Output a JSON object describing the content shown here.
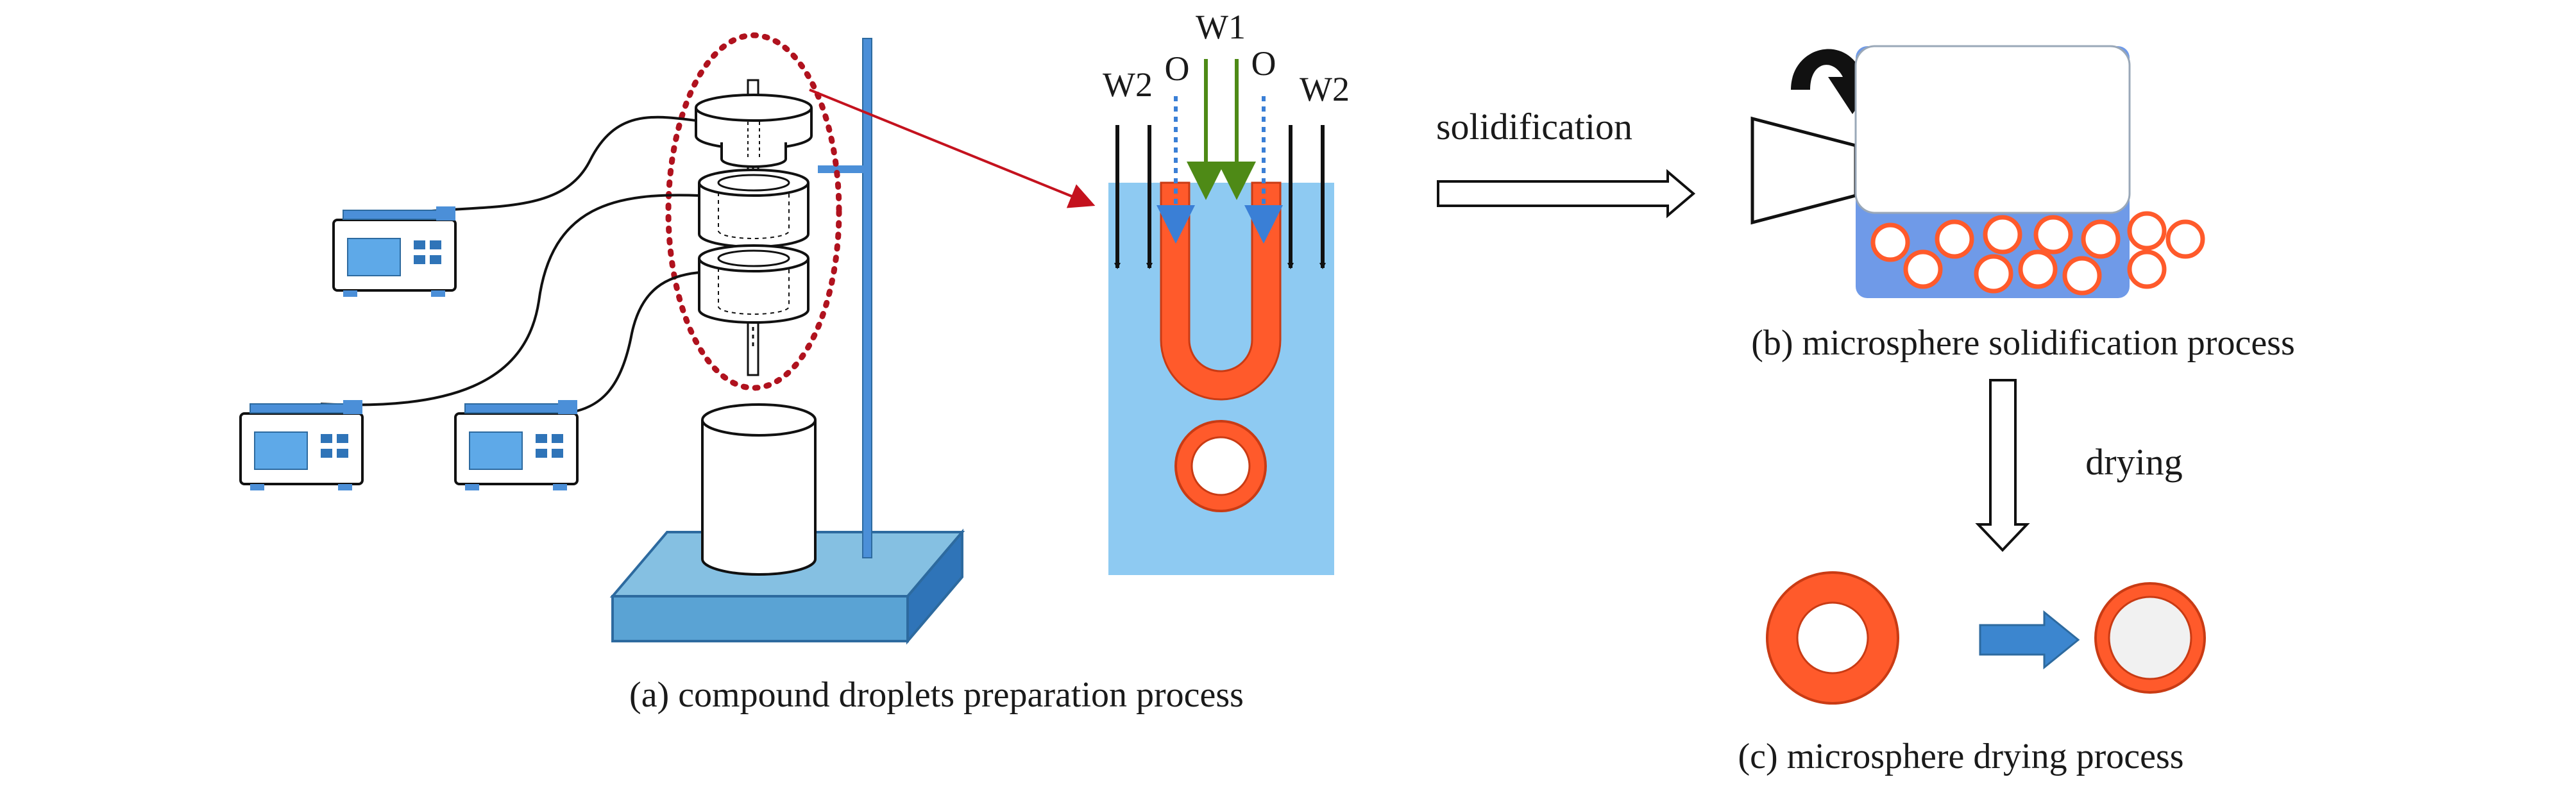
{
  "panels": {
    "a": {
      "caption": "(a) compound droplets preparation process"
    },
    "b": {
      "caption": "(b) microsphere solidification process"
    },
    "c": {
      "caption": "(c) microsphere drying process"
    }
  },
  "flow_labels": {
    "inner": "W1",
    "middle_left": "O",
    "middle_right": "O",
    "outer_left": "W2",
    "outer_right": "W2"
  },
  "steps": {
    "solidification": "solidification",
    "drying": "drying"
  },
  "colors": {
    "shell_orange": "#ff5a2b",
    "water_blue": "#8ecaf2",
    "bath_blue": "#6f9ae8",
    "stand_blue": "#4b8fd8",
    "base_blue": "#79b8dd",
    "dashed_red": "#b0121e",
    "leader_red": "#c4121e",
    "w1_green": "#4e8a16",
    "o_blue": "#3a7fd6",
    "pump_screen": "#5ea9e8",
    "drying_arrow": "#3c86cf"
  }
}
